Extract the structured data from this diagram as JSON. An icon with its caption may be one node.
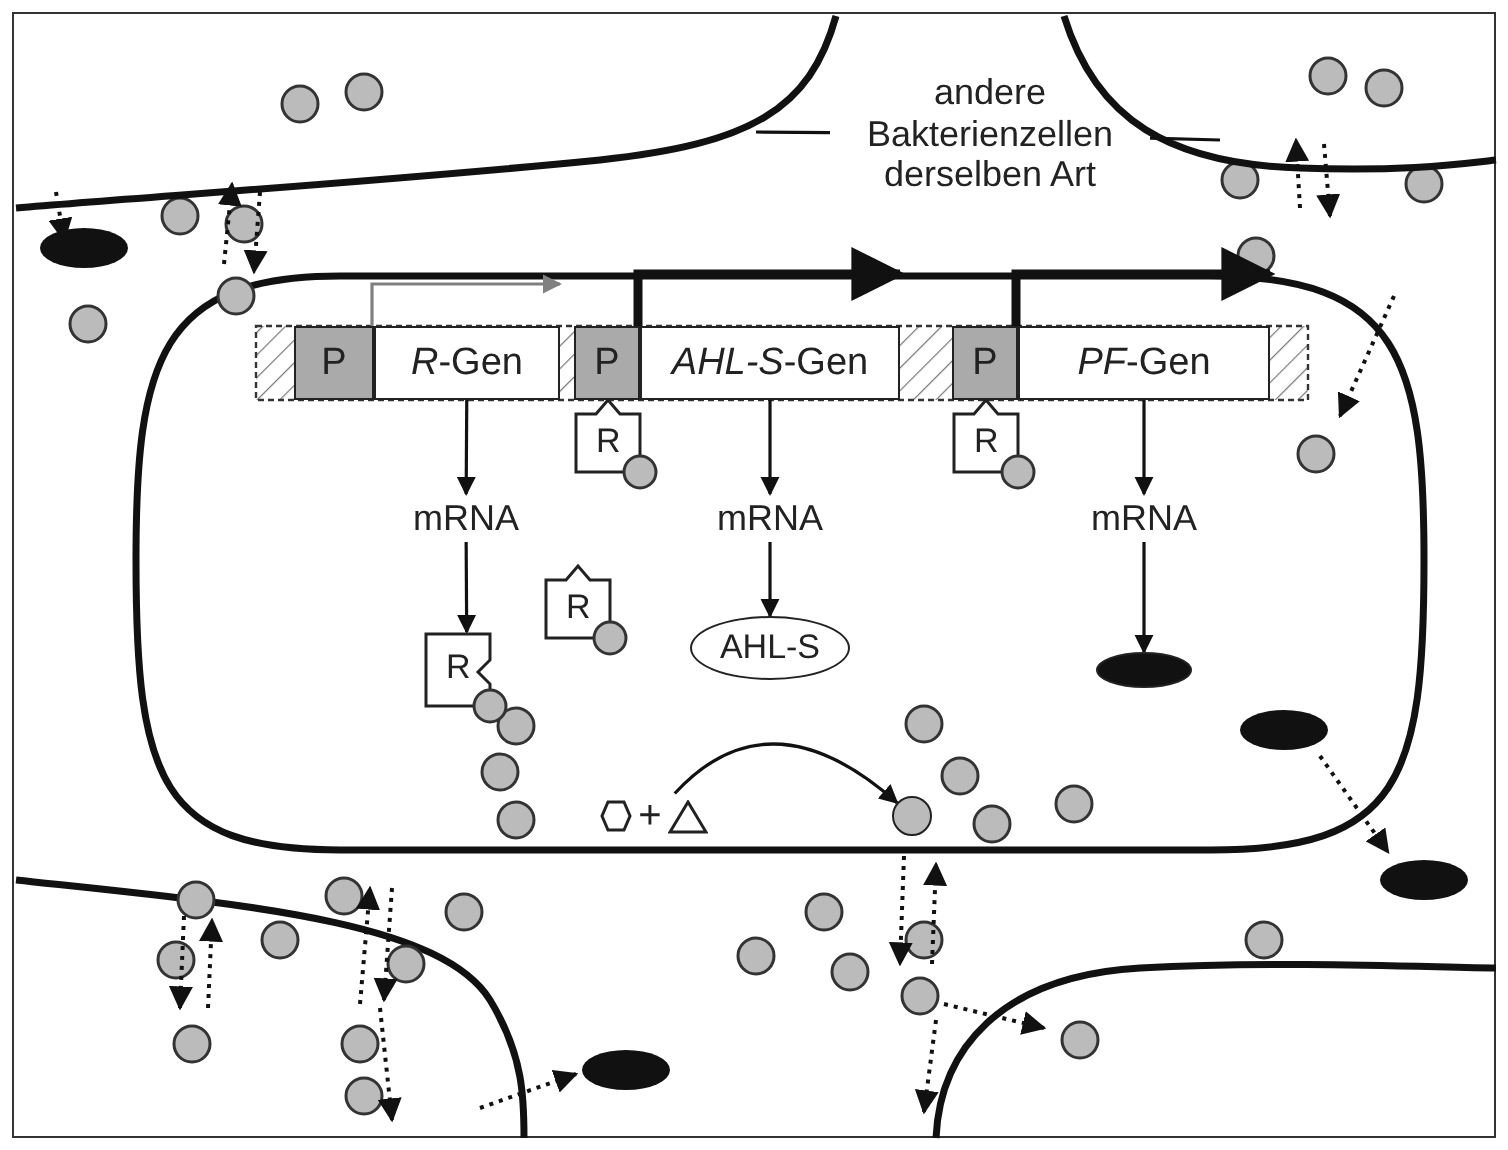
{
  "diagram": {
    "nodes": [
      {
        "text": [
          "andere Bakterienzellen derselben Art"
        ]
      },
      {
        "text": [],
        "shape": "cell"
      },
      {
        "text": [],
        "shape": "cell"
      },
      {
        "text": [
          "P"
        ]
      },
      {
        "text": [
          "*R*-Gen"
        ]
      },
      {
        "text": [
          "P"
        ]
      },
      {
        "text": [
          "*AHL-S*-Gen"
        ]
      },
      {
        "text": [
          "P"
        ]
      },
      {
        "text": [
          "*PF*-Gen"
        ]
      },
      {
        "text": [
          "R"
        ]
      },
      {
        "text": [
          "R"
        ]
      },
      {
        "text": [
          "mRNA"
        ]
      },
      {
        "text": [
          "mRNA"
        ]
      },
      {
        "text": [
          "mRNA"
        ]
      },
      {
        "text": [
          "R"
        ]
      },
      {
        "text": [
          "R"
        ]
      },
      {
        "text": [
          "AHL-S"
        ]
      },
      {
        "text": [],
        "shape": "ellipse"
      },
      {
        "text": [
          "+"
        ]
      },
      {
        "text": [],
        "shape": "circle"
      }
    ],
    "edges": [
      {
        "from": 0,
        "to": 1,
        "arrow": "none"
      },
      {
        "from": 0,
        "to": 2,
        "arrow": "none"
      },
      {
        "from": 3,
        "to": 4,
        "arrow": "to",
        "color": "#808080"
      },
      {
        "from": 5,
        "to": 6,
        "arrow": "to",
        "style": "thick"
      },
      {
        "from": 7,
        "to": 8,
        "arrow": "to",
        "style": "thick"
      },
      {
        "from": 4,
        "to": 11,
        "arrow": "to"
      },
      {
        "from": 11,
        "to": 15,
        "arrow": "to"
      },
      {
        "from": 6,
        "to": 12,
        "arrow": "to"
      },
      {
        "from": 12,
        "to": 16,
        "arrow": "to"
      },
      {
        "from": 8,
        "to": 13,
        "arrow": "to"
      },
      {
        "from": 13,
        "to": 17,
        "arrow": "to"
      },
      {
        "from": 18,
        "to": 19,
        "arrow": "to"
      }
    ]
  }
}
